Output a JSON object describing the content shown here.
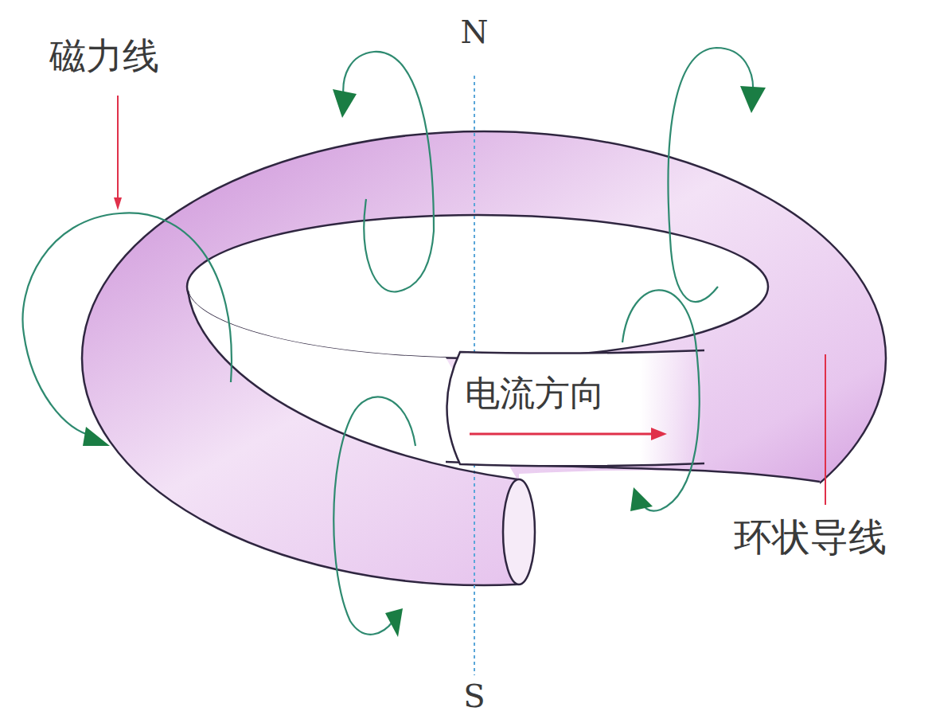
{
  "diagram": {
    "labels": [
      "N",
      "磁力线",
      "电流方向",
      "环状导线",
      "S"
    ]
  }
}
